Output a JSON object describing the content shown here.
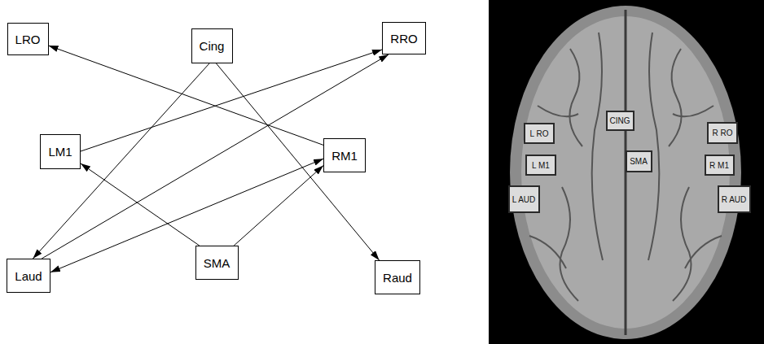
{
  "diagram": {
    "nodes": [
      {
        "text": [
          "LRO"
        ]
      },
      {
        "text": [
          "Cing"
        ]
      },
      {
        "text": [
          "RRO"
        ]
      },
      {
        "text": [
          "LM1"
        ]
      },
      {
        "text": [
          "RM1"
        ]
      },
      {
        "text": [
          "Laud"
        ]
      },
      {
        "text": [
          "SMA"
        ]
      },
      {
        "text": [
          "Raud"
        ]
      },
      {
        "text": [
          "CING"
        ]
      },
      {
        "text": [
          "L RO"
        ]
      },
      {
        "text": [
          "R RO"
        ]
      },
      {
        "text": [
          "SMA"
        ]
      },
      {
        "text": [
          "L M1"
        ]
      },
      {
        "text": [
          "R M1"
        ]
      },
      {
        "text": [
          "L AUD"
        ]
      },
      {
        "text": [
          "R AUD"
        ]
      }
    ],
    "edges": [
      {
        "from": 4,
        "to": 0,
        "arrow": "to"
      },
      {
        "from": 3,
        "to": 2,
        "arrow": "to"
      },
      {
        "from": 5,
        "to": 2,
        "arrow": "to"
      },
      {
        "from": 1,
        "to": 5,
        "arrow": "to"
      },
      {
        "from": 1,
        "to": 7,
        "arrow": "to"
      },
      {
        "from": 6,
        "to": 3,
        "arrow": "to"
      },
      {
        "from": 6,
        "to": 4,
        "arrow": "to"
      },
      {
        "from": 5,
        "to": 4,
        "arrow": "both"
      }
    ]
  }
}
